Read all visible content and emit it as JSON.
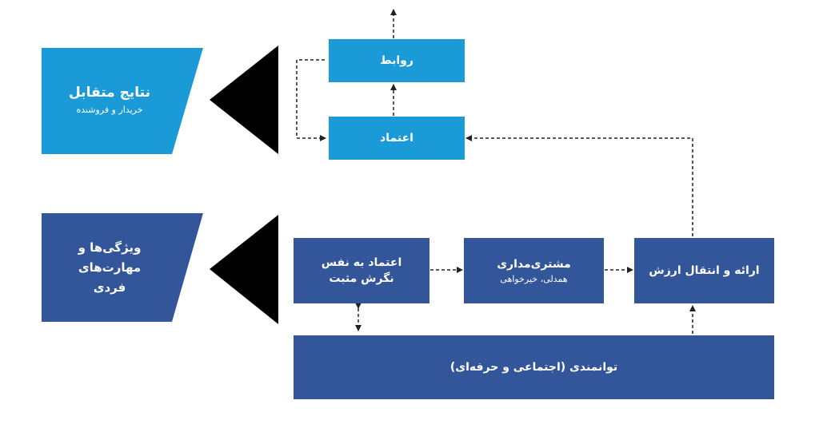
{
  "diagram": {
    "outcomes_panel": {
      "title": "نتایج متقابل",
      "subtitle": "خریدار و فروشنده"
    },
    "individual_panel": {
      "lines": [
        "ویژگی‌ها و",
        "مهارت‌های",
        "فردی"
      ]
    },
    "boxes": {
      "relations": "روابط",
      "trust": "اعتماد",
      "self_confidence": "اعتماد به نفس",
      "positive_attitude": "نگرش مثبت",
      "customer_orientation": "مشتری‌مداری",
      "customer_orientation_sub": "همدلی، خیرخواهی",
      "value_delivery": "ارائه و انتقال ارزش",
      "capabilities": "توانمندی (اجتماعی و حرفه‌ای)"
    },
    "colors": {
      "cyan": "#1a9ad6",
      "navy": "#33569a",
      "arrow": "#000000",
      "connector": "#222222"
    }
  }
}
